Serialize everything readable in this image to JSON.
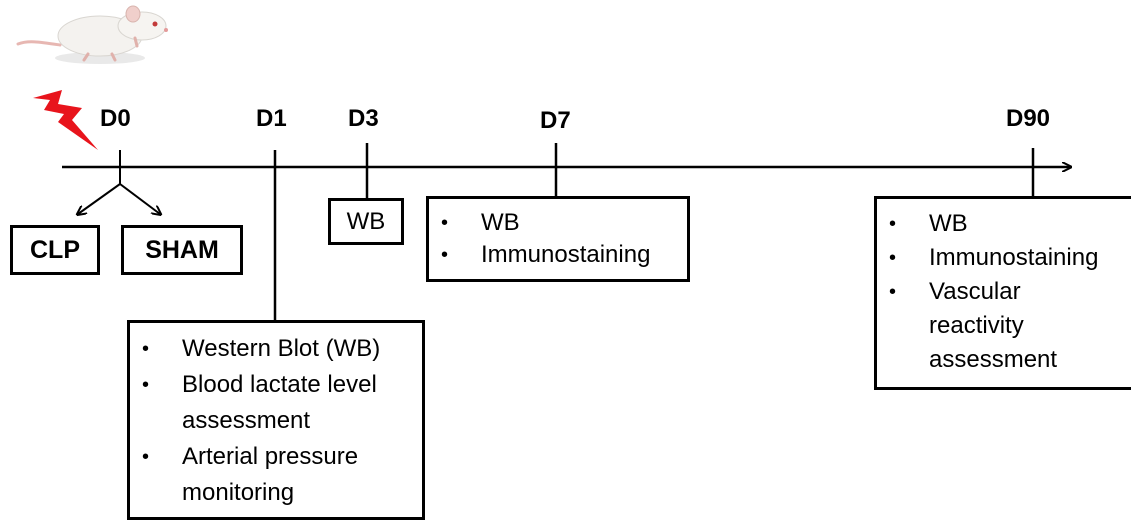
{
  "timepoints": [
    {
      "label": "D0"
    },
    {
      "label": "D1"
    },
    {
      "label": "D3"
    },
    {
      "label": "D7"
    },
    {
      "label": "D90"
    }
  ],
  "groups": {
    "clp": "CLP",
    "sham": "SHAM"
  },
  "boxes": {
    "d1": [
      "Western Blot (WB)",
      "Blood lactate level assessment",
      "Arterial pressure monitoring"
    ],
    "d3": "WB",
    "d7": [
      "WB",
      "Immunostaining"
    ],
    "d90": [
      "WB",
      "Immunostaining",
      "Vascular reactivity assessment"
    ]
  },
  "icons": {
    "animal": "rat-icon",
    "intervention": "lightning-bolt-icon"
  },
  "colors": {
    "bolt": "#e8141c",
    "line": "#000000"
  }
}
